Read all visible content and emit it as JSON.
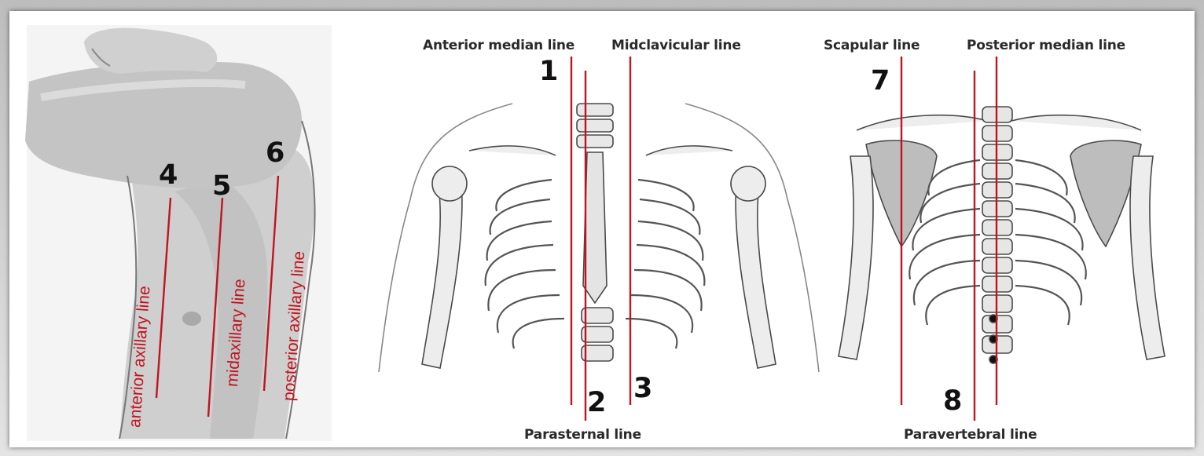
{
  "line_color": "#c0141f",
  "panels": {
    "side": {
      "image_icon": "torso-side-view-illustration",
      "rotated_labels": [
        "anterior axillary line",
        "midaxillary line",
        "posterior axillary line"
      ],
      "numbers": [
        "4",
        "5",
        "6"
      ]
    },
    "front": {
      "image_icon": "anterior-thorax-skeleton-illustration",
      "labels": [
        "Anterior median line",
        "Midclavicular line",
        "Parasternal line"
      ],
      "numbers": [
        "1",
        "2",
        "3"
      ]
    },
    "back": {
      "image_icon": "posterior-thorax-skeleton-illustration",
      "labels": [
        "Scapular line",
        "Posterior median line",
        "Paravertebral line"
      ],
      "numbers": [
        "7",
        "8"
      ]
    }
  }
}
